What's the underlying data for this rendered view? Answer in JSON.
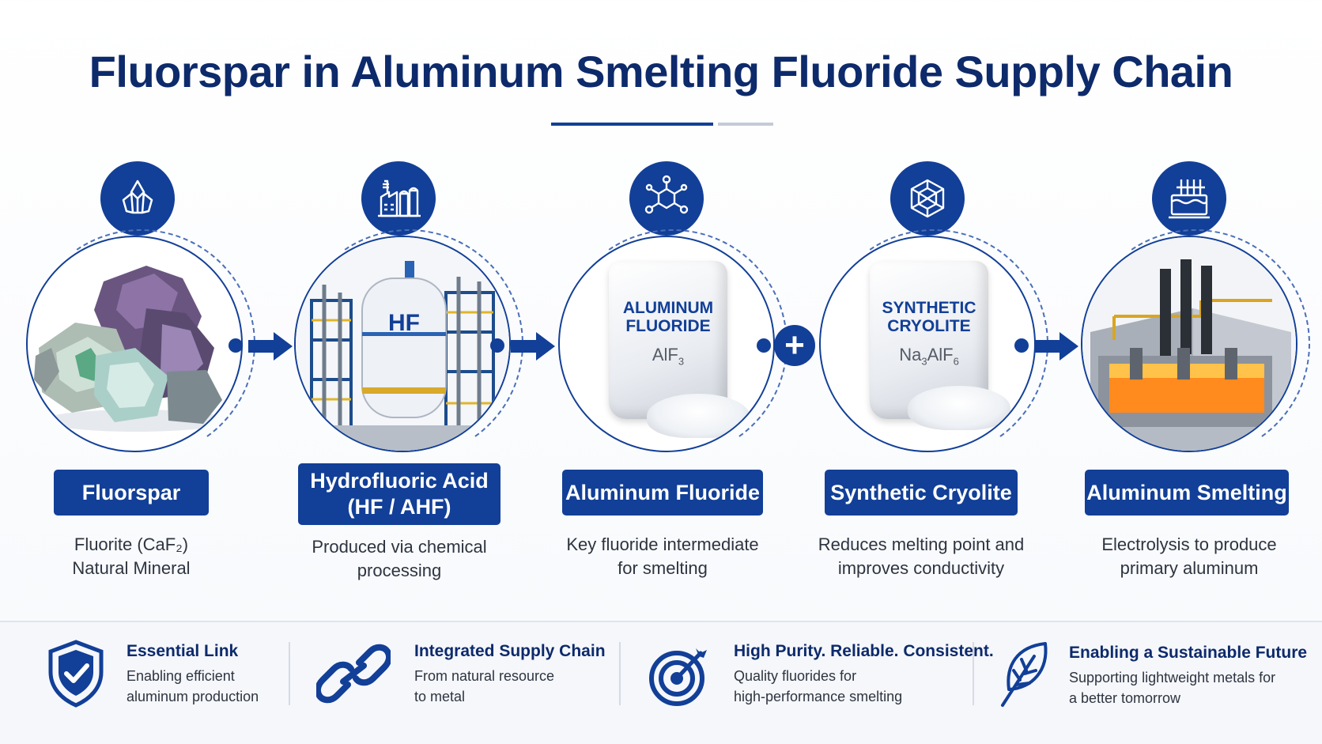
{
  "title": "Fluorspar in Aluminum Smelting Fluoride Supply Chain",
  "colors": {
    "primary": "#123f97",
    "title": "#0d2a6b",
    "text": "#2e3440"
  },
  "steps": [
    {
      "icon": "crystal-icon",
      "label": "Fluorspar",
      "desc1": "Fluorite (CaF₂)",
      "desc2": "Natural Mineral"
    },
    {
      "icon": "factory-icon",
      "label1": "Hydrofluoric Acid",
      "label2": "(HF / AHF)",
      "tank_text": "HF",
      "desc1": "Produced via chemical",
      "desc2": "processing"
    },
    {
      "icon": "molecule-icon",
      "label": "Aluminum Fluoride",
      "bag1": "ALUMINUM",
      "bag2": "FLUORIDE",
      "formula": "AlF",
      "formula_sub": "3",
      "desc1": "Key fluoride intermediate",
      "desc2": "for smelting"
    },
    {
      "icon": "crystal-lattice-icon",
      "label": "Synthetic Cryolite",
      "bag1": "SYNTHETIC",
      "bag2": "CRYOLITE",
      "formula_a": "Na",
      "formula_a_sub": "3",
      "formula_b": "AlF",
      "formula_b_sub": "6",
      "desc1": "Reduces melting point and",
      "desc2": "improves conductivity"
    },
    {
      "icon": "smelter-icon",
      "label": "Aluminum Smelting",
      "desc1": "Electrolysis to produce",
      "desc2": "primary aluminum"
    }
  ],
  "features": [
    {
      "icon": "shield-check-icon",
      "title": "Essential Link",
      "line1": "Enabling efficient",
      "line2": "aluminum production"
    },
    {
      "icon": "chain-link-icon",
      "title": "Integrated Supply Chain",
      "line1": "From natural resource",
      "line2": "to metal"
    },
    {
      "icon": "target-icon",
      "title": "High Purity. Reliable. Consistent.",
      "line1": "Quality fluorides for",
      "line2": "high-performance smelting"
    },
    {
      "icon": "leaf-icon",
      "title": "Enabling a Sustainable Future",
      "line1": "Supporting lightweight metals for",
      "line2": "a better tomorrow"
    }
  ]
}
